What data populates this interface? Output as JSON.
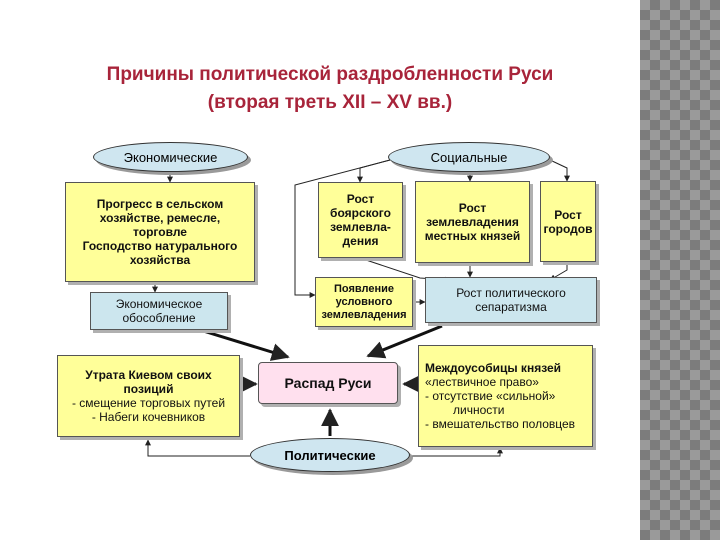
{
  "title": {
    "line1": "Причины политической раздробленности Руси",
    "line2": "(вторая треть XII – XV вв.)"
  },
  "ovals": {
    "economic": "Экономические",
    "social": "Социальные",
    "political": "Политические"
  },
  "boxes": {
    "progress": {
      "line1": "Прогресс в сельском",
      "line2": "хозяйстве, ремесле,",
      "line3": "торговле",
      "line4": "Господство натурального",
      "line5": "хозяйства"
    },
    "econ_isolation": {
      "line1": "Экономическое",
      "line2": "обособление"
    },
    "boyar_land": {
      "line1": "Рост",
      "line2": "боярского",
      "line3": "землевла-",
      "line4": "дения"
    },
    "prince_land": {
      "line1": "Рост",
      "line2": "землевладения",
      "line3": "местных князей"
    },
    "cities": {
      "line1": "Рост",
      "line2": "городов"
    },
    "conditional_land": {
      "line1": "Появление",
      "line2": "условного",
      "line3": "землевладения"
    },
    "separatism": {
      "line1": "Рост политического",
      "line2": "сепаратизма"
    },
    "kiev": {
      "line1": "Утрата Киевом своих",
      "line2": "позиций",
      "line3": "- смещение торговых путей",
      "line4": "- Набеги кочевников"
    },
    "collapse": "Распад Руси",
    "feuds": {
      "line1": "Междоусобицы князей",
      "line2": "«лествичное право»",
      "line3": "- отсутствие «сильной»",
      "line4": "личности",
      "line5": "- вмешательство половцев"
    }
  },
  "colors": {
    "title": "#a8243a",
    "yellow_box": "#ffff99",
    "blue_box": "#cce6ee",
    "pink_box": "#ffe0ee",
    "oval": "#cfe6f0"
  }
}
